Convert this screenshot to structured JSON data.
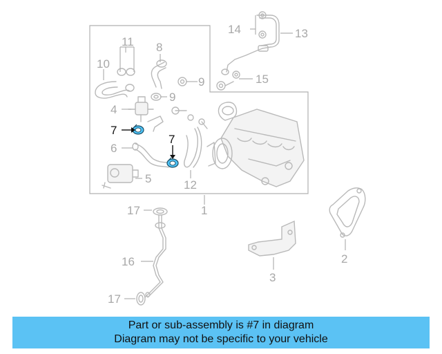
{
  "diagram": {
    "callouts": {
      "c1": "1",
      "c2": "2",
      "c3": "3",
      "c4": "4",
      "c5": "5",
      "c6": "6",
      "c7a": "7",
      "c7b": "7",
      "c8": "8",
      "c9a": "9",
      "c9b": "9",
      "c10": "10",
      "c11": "11",
      "c12": "12",
      "c13": "13",
      "c14": "14",
      "c15": "15",
      "c16": "16",
      "c17a": "17",
      "c17b": "17"
    },
    "highlight_color": "#4fc3f7",
    "line_color": "#b9b9b9"
  },
  "banner": {
    "line1": "Part or sub-assembly is #7 in diagram",
    "line2": "Diagram may not be specific to your vehicle",
    "color": "#5bc2f4"
  }
}
